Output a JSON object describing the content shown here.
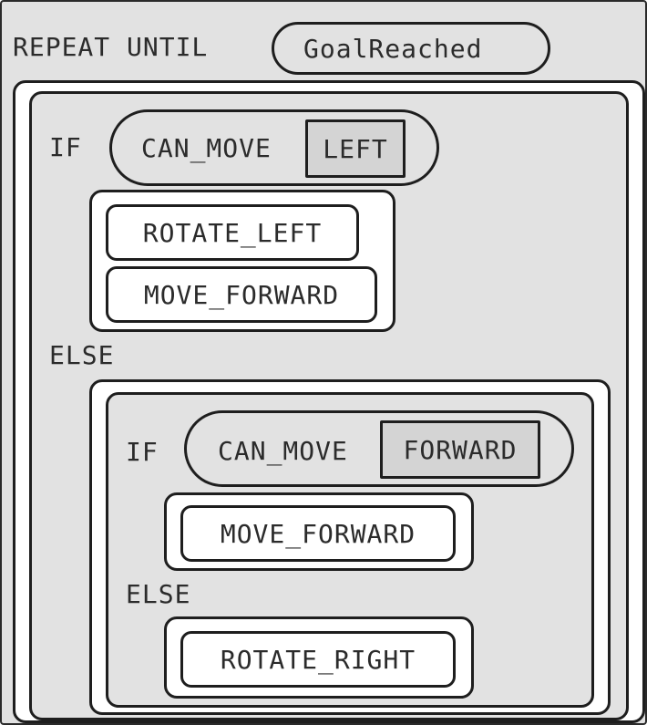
{
  "repeat": {
    "keyword": "REPEAT UNTIL",
    "condition": "GoalReached"
  },
  "outer_if": {
    "keyword": "IF",
    "condition_label": "CAN_MOVE",
    "condition_param": "LEFT",
    "then": [
      "ROTATE_LEFT",
      "MOVE_FORWARD"
    ],
    "else_keyword": "ELSE"
  },
  "inner_if": {
    "keyword": "IF",
    "condition_label": "CAN_MOVE",
    "condition_param": "FORWARD",
    "then": [
      "MOVE_FORWARD"
    ],
    "else_keyword": "ELSE",
    "else": [
      "ROTATE_RIGHT"
    ]
  }
}
